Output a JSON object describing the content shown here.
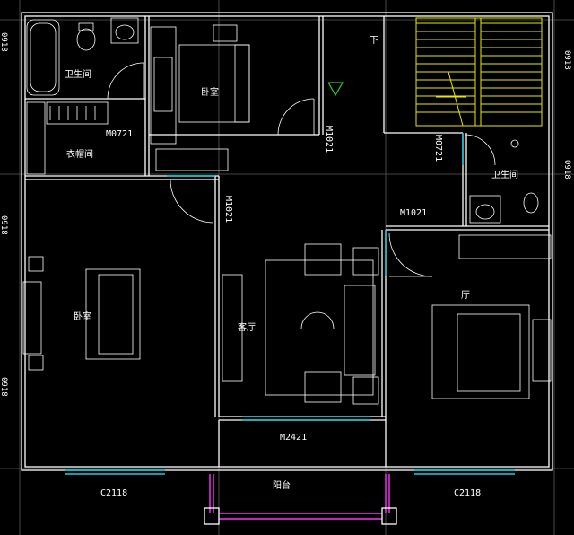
{
  "rooms": {
    "bathroom_1": "卫生间",
    "wardrobe": "衣帽间",
    "bedroom_top": "卧室",
    "bedroom_left": "卧室",
    "living_room": "客厅",
    "bathroom_2": "卫生间",
    "bedroom_right_partial": "厅",
    "balcony": "阳台"
  },
  "doors": {
    "m0721_left": "M0721",
    "m1021_vertical_top": "M1021",
    "m1021_vertical_mid": "M1021",
    "m0721_vertical_right": "M0721",
    "m1021_horizontal": "M1021",
    "m2421": "M2421"
  },
  "windows": {
    "c2118_left": "C2118",
    "c2118_right": "C2118"
  },
  "stair": {
    "direction_label": "下"
  },
  "edge_dims": {
    "left_top": "0918",
    "left_mid": "0918",
    "left_bottom": "0918",
    "right_top": "0918",
    "right_mid": "0918"
  },
  "colors": {
    "background": "#000000",
    "wall": "#ffffff",
    "opening": "#19d0e0",
    "railing": "#ff33ff",
    "stair": "#e8e800",
    "marker": "#27d027"
  }
}
